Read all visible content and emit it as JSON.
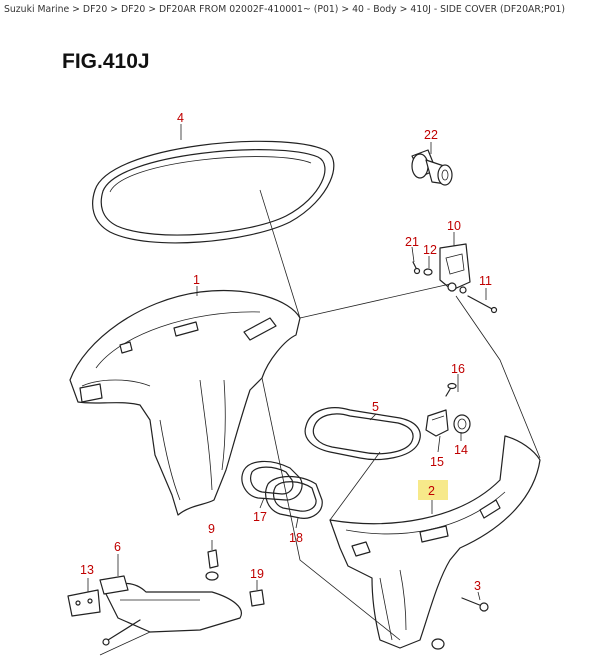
{
  "breadcrumb": "Suzuki Marine > DF20 > DF20 > DF20AR FROM 02002F-410001~ (P01) > 40 - Body > 410J - SIDE COVER (DF20AR;P01)",
  "figure_title": "FIG.410J",
  "highlight_color": "#f7e98a",
  "label_color": "#c00000",
  "parts": {
    "p1": "1",
    "p2": "2",
    "p3": "3",
    "p4": "4",
    "p5": "5",
    "p6": "6",
    "p9": "9",
    "p10": "10",
    "p11": "11",
    "p12": "12",
    "p13": "13",
    "p14": "14",
    "p15": "15",
    "p16": "16",
    "p17": "17",
    "p18": "18",
    "p19": "19",
    "p21": "21",
    "p22": "22"
  },
  "highlighted_part": "2"
}
